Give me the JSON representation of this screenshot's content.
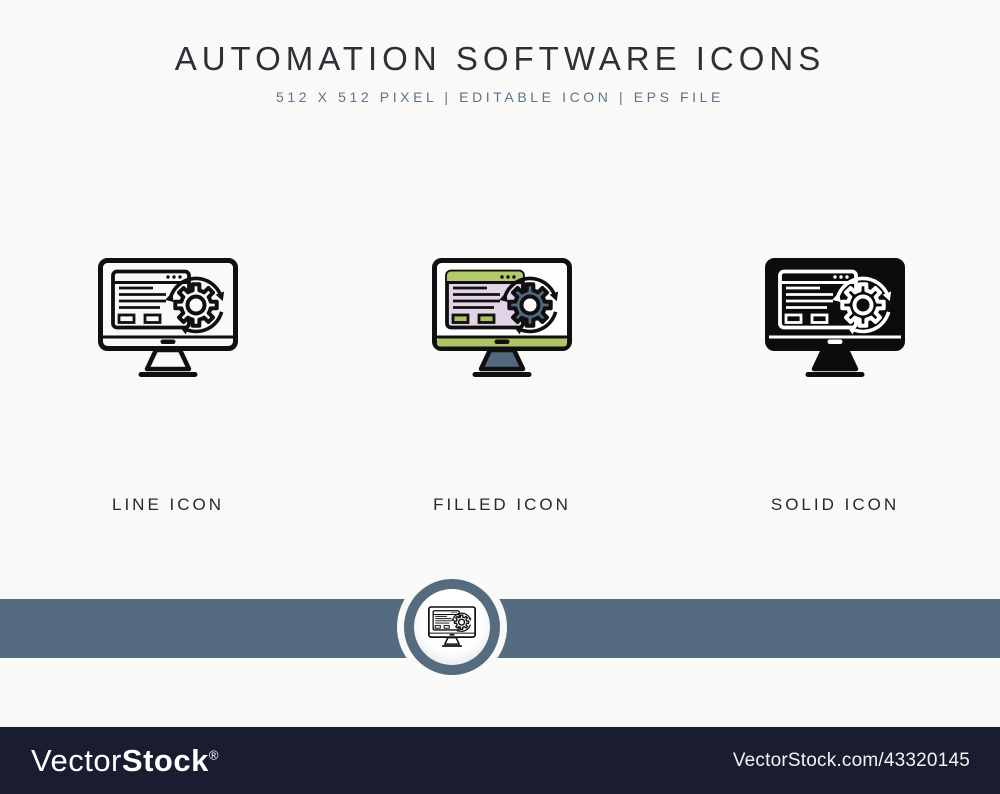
{
  "header": {
    "title": "AUTOMATION SOFTWARE ICONS",
    "subtitle": "512 X 512 PIXEL | EDITABLE ICON | EPS FILE"
  },
  "icons": [
    {
      "name": "monitor-gear-sync-line-icon",
      "style": "line",
      "label": "LINE ICON"
    },
    {
      "name": "monitor-gear-sync-filled-icon",
      "style": "filled",
      "label": "FILLED ICON"
    },
    {
      "name": "monitor-gear-sync-solid-icon",
      "style": "solid",
      "label": "SOLID ICON"
    }
  ],
  "badge": {
    "icon": "monitor-gear-sync-line-icon"
  },
  "colors": {
    "background": "#f9f9f8",
    "title_text": "#2d3137",
    "subtitle_text": "#5e7489",
    "label_text": "#26292d",
    "accent_band": "#546b80",
    "footer_background": "#1a1c30",
    "icon_ink": "#101010",
    "icon_green": "#adc566",
    "icon_lavender": "#e2d3e6",
    "icon_slate": "#51687e"
  },
  "footer": {
    "brand_light": "Vector",
    "brand_bold": "Stock",
    "registered": "®",
    "url": "VectorStock.com/43320145"
  }
}
